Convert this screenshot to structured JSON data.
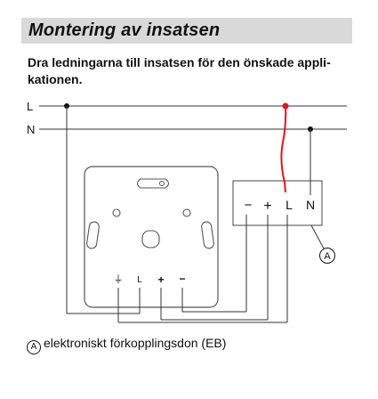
{
  "header": {
    "title": "Montering av insatsen"
  },
  "instruction": {
    "line1": "Dra ledningarna till insatsen för den önskade appli-",
    "line2": "kationen."
  },
  "diagram": {
    "line_labels": {
      "l": "L",
      "n": "N"
    },
    "insert_terminals": {
      "earth": "⏚",
      "l": "L",
      "plus": "+",
      "minus": "−"
    },
    "eb_terminals": {
      "minus": "−",
      "plus": "+",
      "l": "L",
      "n": "N"
    },
    "callout": "A",
    "colors": {
      "phase_wire": "#e8111a",
      "wires": "#333333"
    }
  },
  "legend": {
    "symbol": "A",
    "text": "elektroniskt förkopplingsdon (EB)"
  }
}
